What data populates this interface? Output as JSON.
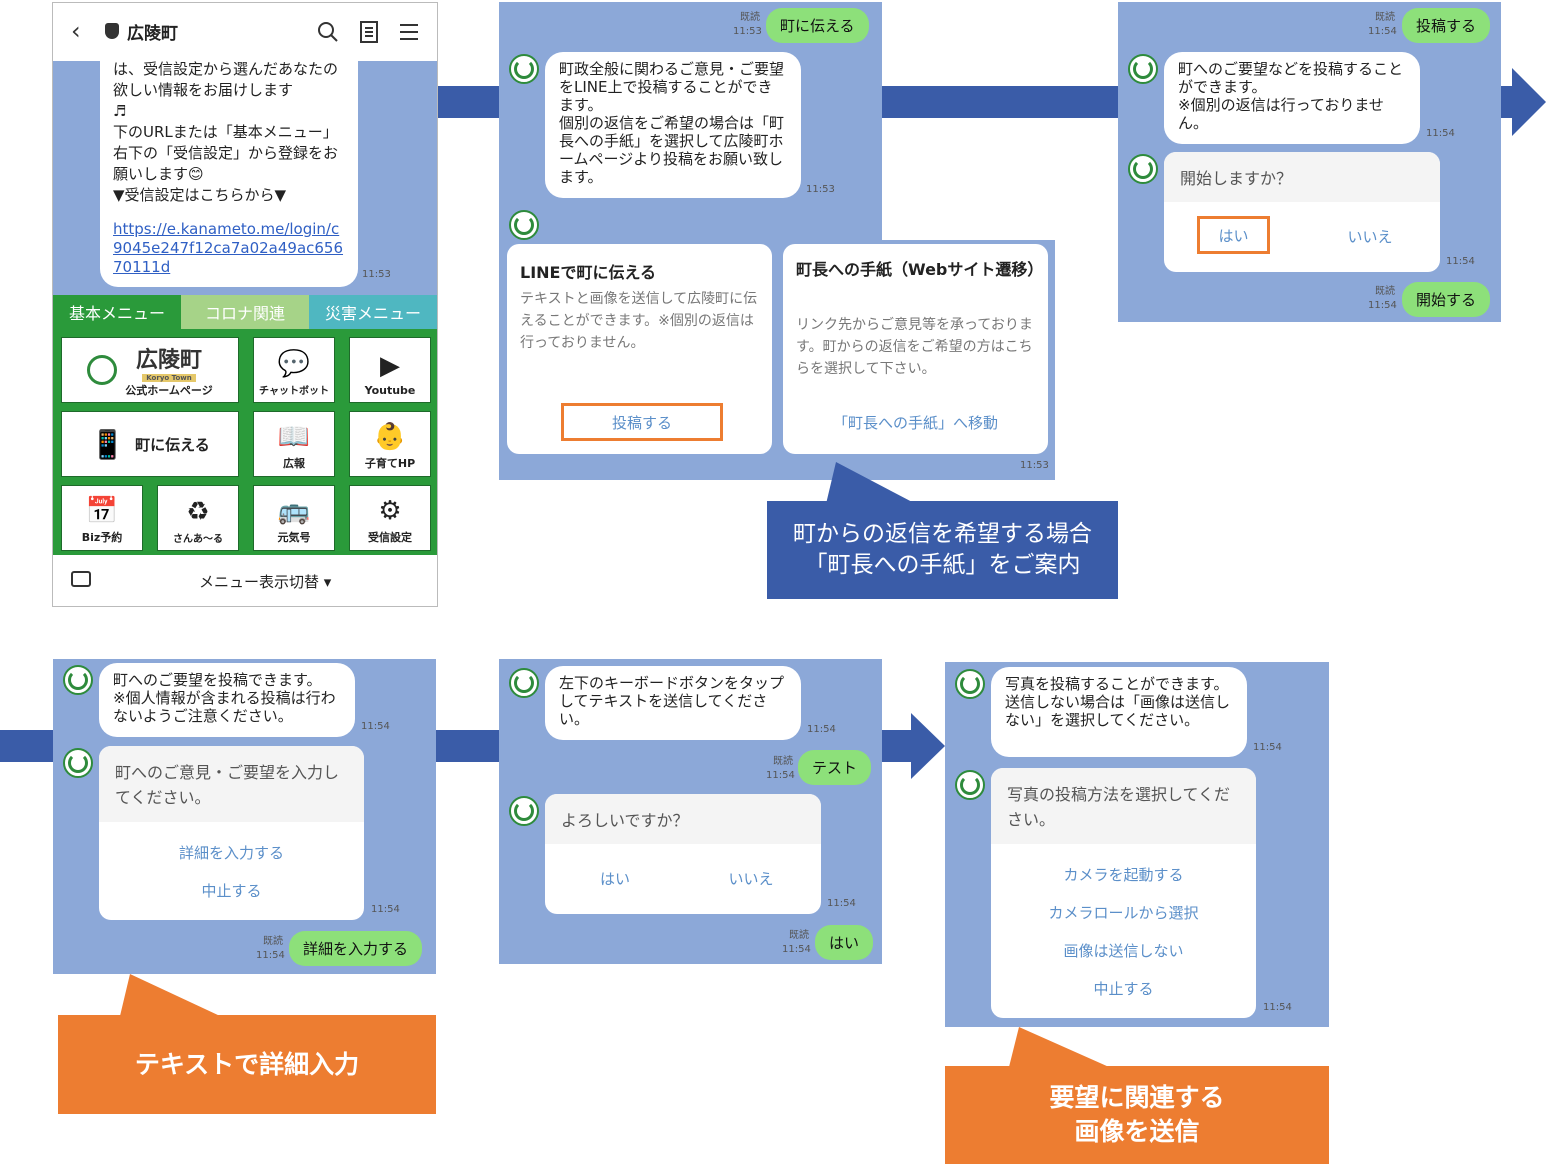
{
  "phone": {
    "header_title": "広陵町",
    "intro_text": "は、受信設定から選んだあなたの欲しい情報をお届けします\n♬\n下のURLまたは「基本メニュー」右下の「受信設定」から登録をお願いします😊\n▼受信設定はこちらから▼",
    "link": "https://e.kanameto.me/login/c9045e247f12ca7a02a49ac65670111d",
    "time": "11:53",
    "tabs": [
      "基本メニュー",
      "コロナ関連",
      "災害メニュー"
    ],
    "menu": {
      "homepage_title": "広陵町",
      "homepage_sub": "Koryo Town",
      "homepage_label": "公式ホームページ",
      "chatbot": "チャットボット",
      "youtube": "Youtube",
      "tell_town": "町に伝える",
      "koho": "広報",
      "kosodate": "子育てHP",
      "biz": "Biz予約",
      "sanaru": "さんあ～る",
      "genki": "元気号",
      "receive": "受信設定"
    },
    "bottom_label": "メニュー表示切替 ▾"
  },
  "s2": {
    "read": "既読",
    "time_sent": "11:53",
    "sent": "町に伝える",
    "bubble": "町政全般に関わるご意見・ご要望をLINE上で投稿することができます。\n個別の返信をご希望の場合は「町長への手紙」を選択して広陵町ホームページより投稿をお願い致します。",
    "bubble_time": "11:53",
    "card1_title": "LINEで町に伝える",
    "card1_text": "テキストと画像を送信して広陵町に伝えることができます。※個別の返信は行っておりません。",
    "card1_button": "投稿する",
    "card2_title": "町長への手紙（Webサイト遷移）",
    "card2_text": "リンク先からご意見等を承っております。町からの返信をご希望の方はこちらを選択して下さい。",
    "card2_button": "「町長への手紙」へ移動",
    "card_time": "11:53",
    "callout": "町からの返信を希望する場合\n「町長への手紙」をご案内"
  },
  "s3": {
    "read": "既読",
    "time_sent": "11:54",
    "sent": "投稿する",
    "bubble": "町へのご要望などを投稿することができます。\n※個別の返信は行っておりません。",
    "bubble_time": "11:54",
    "question": "開始しますか？",
    "yes": "はい",
    "no": "いいえ",
    "card_time": "11:54",
    "read2": "既読",
    "time_sent2": "11:54",
    "sent2": "開始する"
  },
  "s4": {
    "bubble": "町へのご要望を投稿できます。\n※個人情報が含まれる投稿は行わないようご注意ください。",
    "bubble_time": "11:54",
    "question": "町へのご意見・ご要望を入力してください。",
    "opt1": "詳細を入力する",
    "opt2": "中止する",
    "card_time": "11:54",
    "read": "既読",
    "time_sent": "11:54",
    "sent": "詳細を入力する",
    "callout": "テキストで詳細入力"
  },
  "s5": {
    "bubble": "左下のキーボードボタンをタップしてテキストを送信してください。",
    "bubble_time": "11:54",
    "read": "既読",
    "time_sent": "11:54",
    "sent": "テスト",
    "question": "よろしいですか？",
    "yes": "はい",
    "no": "いいえ",
    "card_time": "11:54",
    "read2": "既読",
    "time_sent2": "11:54",
    "sent2": "はい"
  },
  "s6": {
    "bubble": "写真を投稿することができます。\n送信しない場合は「画像は送信しない」を選択してください。",
    "bubble_time": "11:54",
    "question": "写真の投稿方法を選択してください。",
    "opt1": "カメラを起動する",
    "opt2": "カメラロールから選択",
    "opt3": "画像は送信しない",
    "opt4": "中止する",
    "card_time": "11:54",
    "callout": "要望に関連する\n画像を送信"
  },
  "colors": {
    "flow": "#3a5ca8",
    "chat_bg": "#8ca8d8",
    "orange": "#ed7d31",
    "green": "#2e8b3c",
    "callout_blue": "#3a5ca8"
  }
}
